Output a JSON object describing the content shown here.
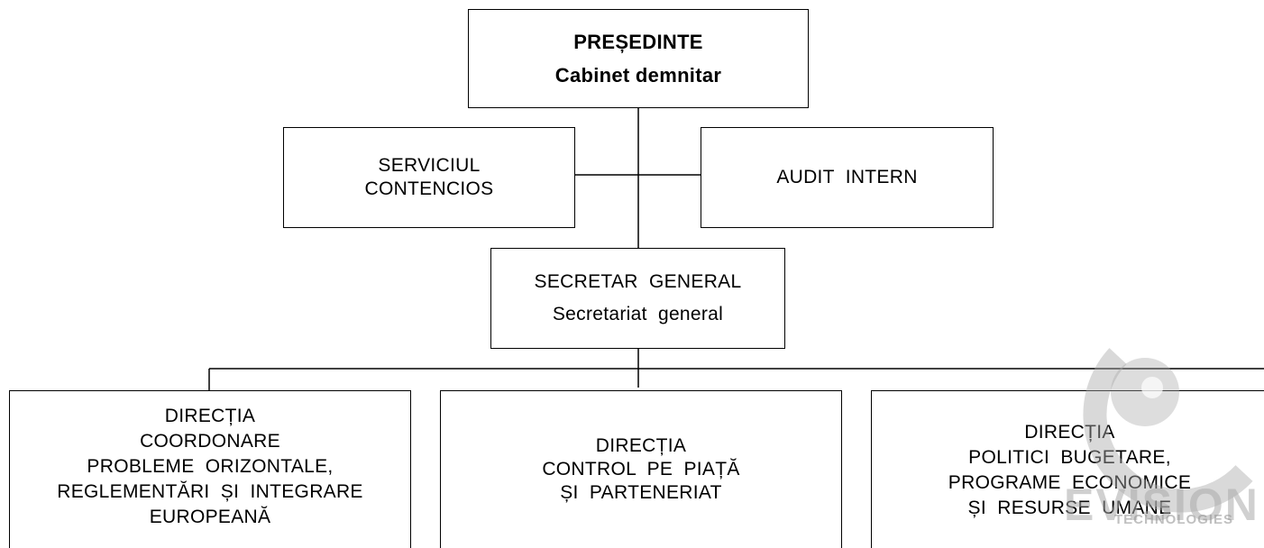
{
  "president": {
    "title": "PREȘEDINTE",
    "subtitle": "Cabinet demnitar"
  },
  "contencios": {
    "line1": "SERVICIUL",
    "line2": "CONTENCIOS"
  },
  "audit": {
    "label": "AUDIT  INTERN"
  },
  "secretar": {
    "title": "SECRETAR  GENERAL",
    "subtitle": "Secretariat  general"
  },
  "directions": [
    {
      "lines": [
        "DIRECȚIA",
        "COORDONARE",
        "PROBLEME  ORIZONTALE,",
        "REGLEMENTĂRI  ȘI  INTEGRARE",
        "EUROPEANĂ"
      ]
    },
    {
      "lines": [
        "DIRECȚIA",
        "CONTROL  PE  PIAȚĂ",
        "ȘI  PARTENERIAT"
      ]
    },
    {
      "lines": [
        "DIRECȚIA",
        "POLITICI  BUGETARE,",
        "PROGRAME  ECONOMICE",
        "ȘI  RESURSE  UMANE"
      ]
    }
  ],
  "watermark": {
    "brand": "EVISION",
    "tagline": "TECHNOLOGIES"
  },
  "colors": {
    "line": "#000000",
    "watermark": "#aaaaaa"
  }
}
